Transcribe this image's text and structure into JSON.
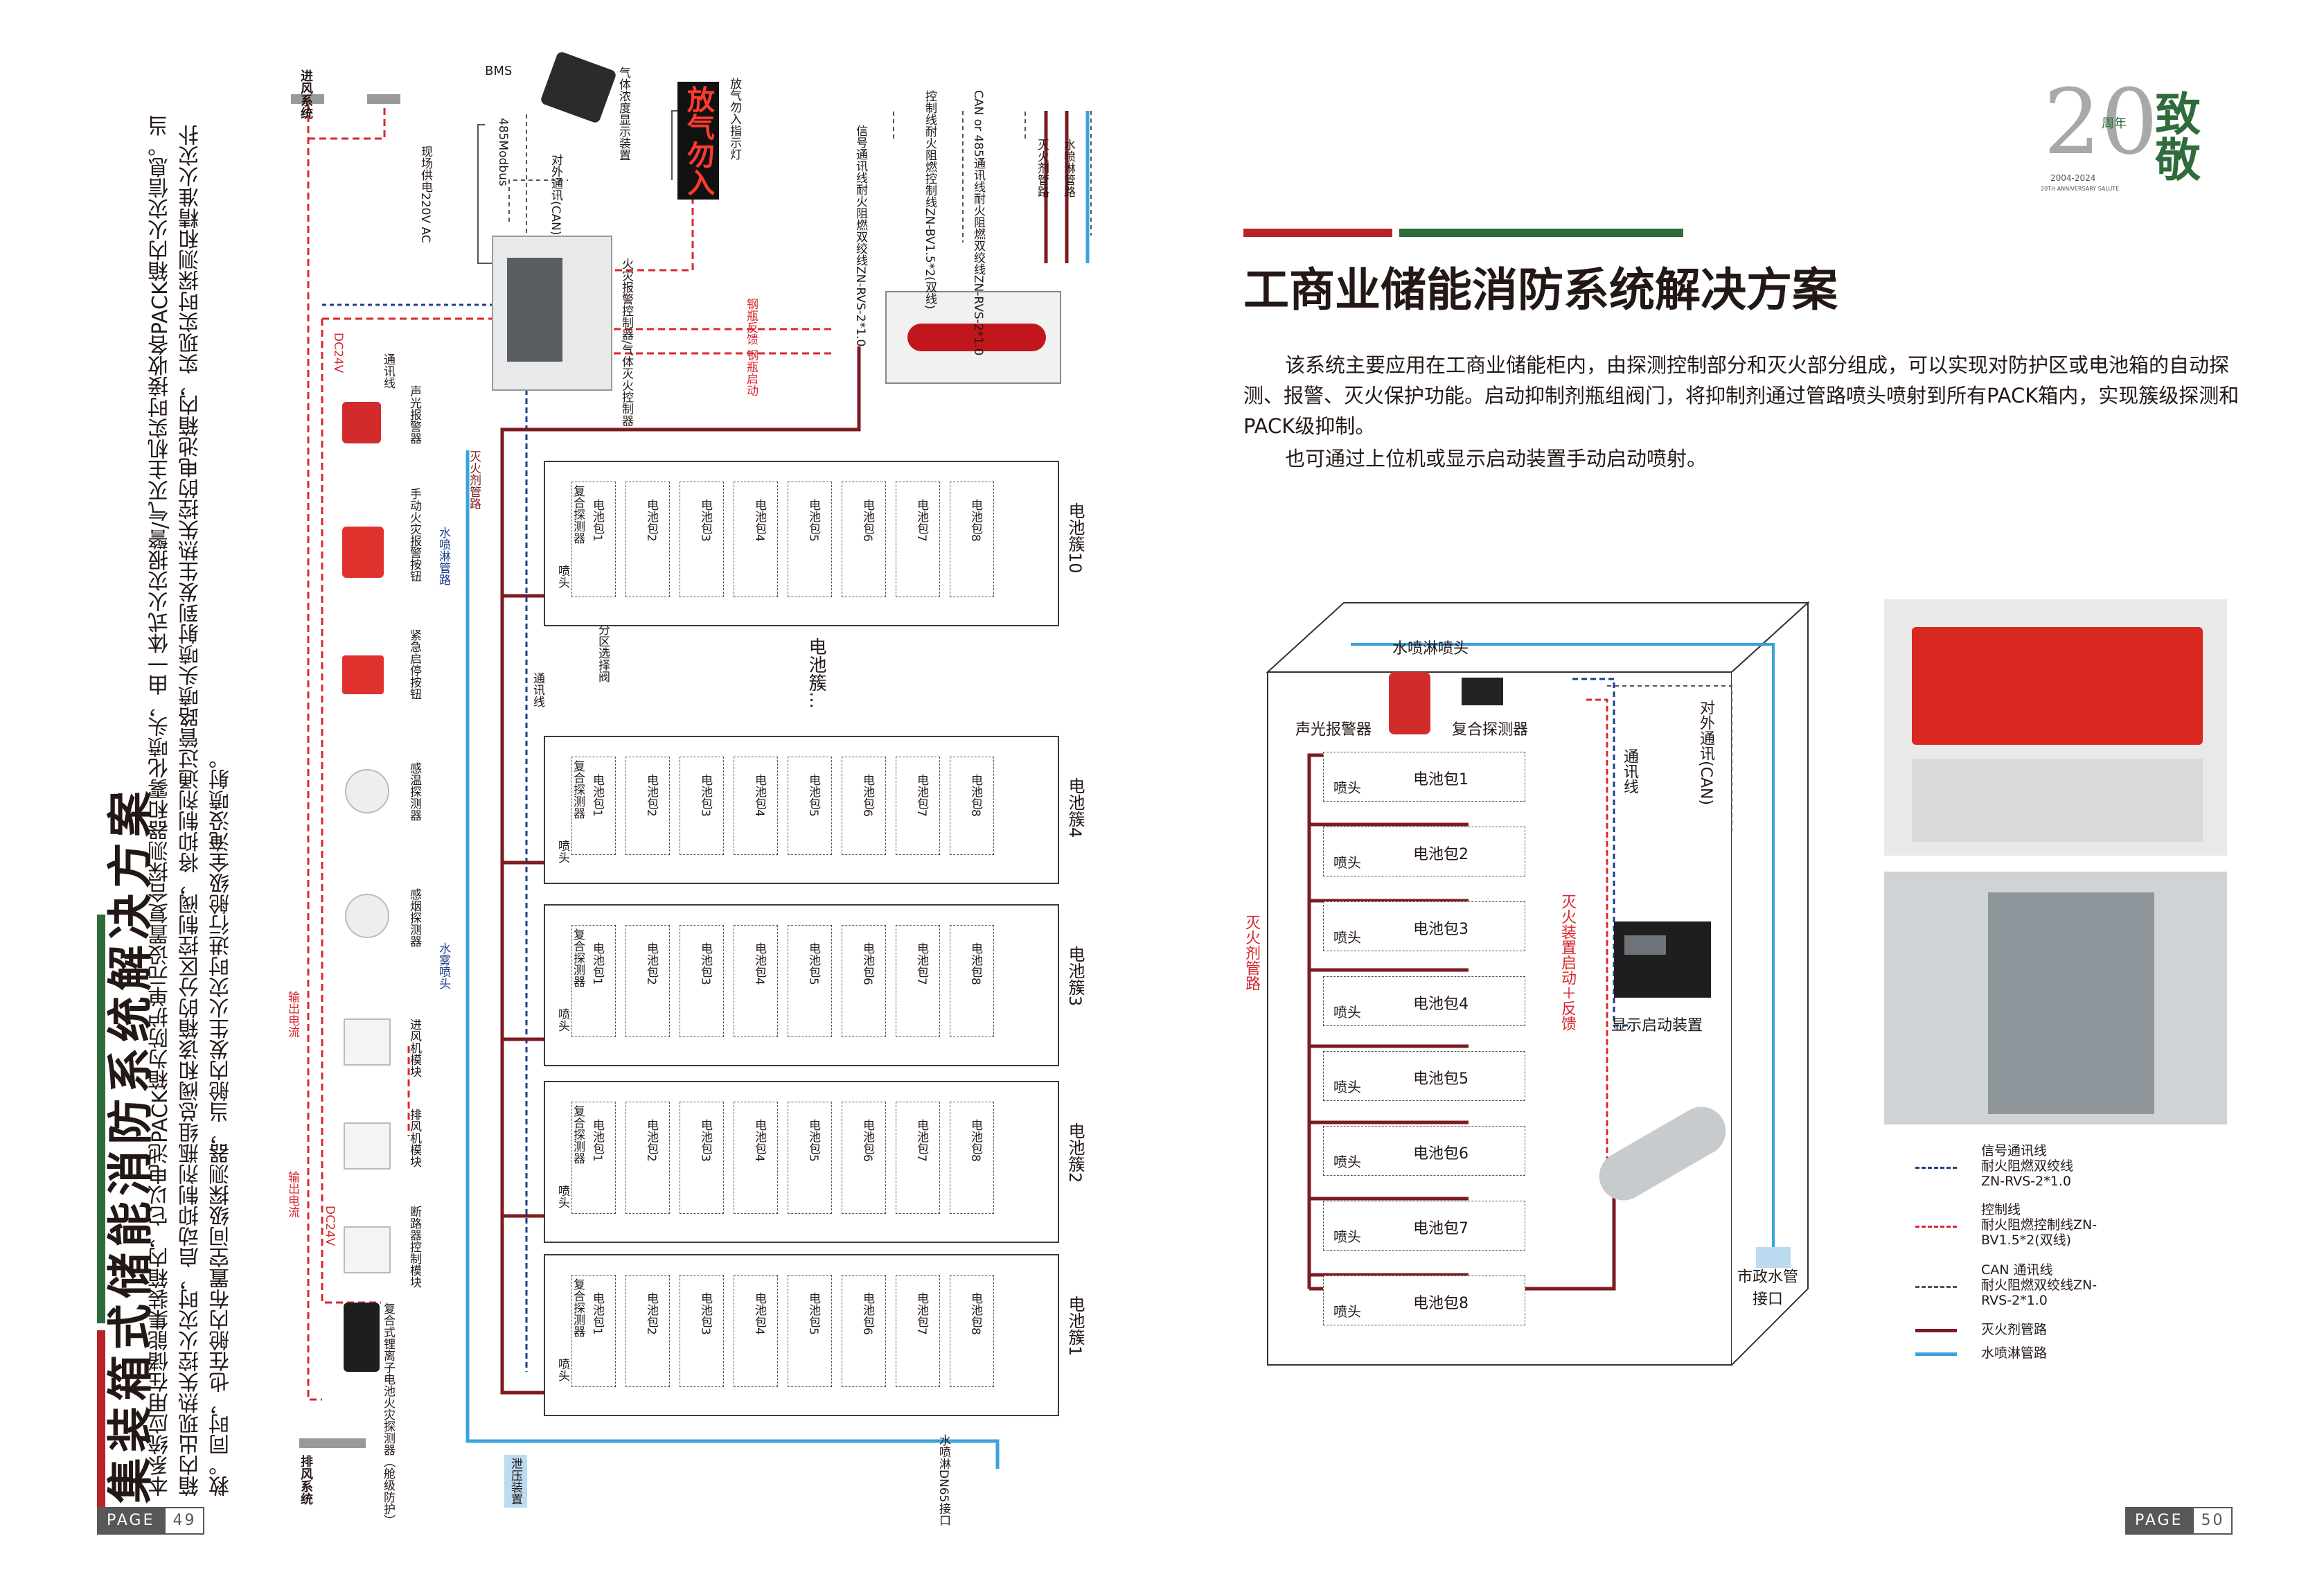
{
  "left_page": {
    "title": "集装箱式储能消防系统解决方案",
    "description": "本系统应用在储能集装箱内，它以电池PACK箱为防护单元设置复合探测器和雾化喷头，由一体式火灾报警/气灭主机实时接收各PACK箱内火灾信息。当箱内出现热失控火灾时，启动抑制剂瓶组总阀和该箱的分区控制阀，将抑制剂通过管路喷头喷射到发生热失控的电池箱内，实现实时探测和精准火灾扑救。同时，也在舱内布置空间级探测器，当舱内发生火灾时进行舱级全淹没喷射。",
    "page_number": "49",
    "page_label": "PAGE",
    "diagram": {
      "top_intake": "进风系统",
      "bottom_exhaust": "排风系统",
      "bms": "BMS",
      "bms_proto": "485Modbus",
      "external_comm": "对外通讯(CAN)",
      "power": "现场供电220V AC",
      "gas_display": "气体浓度显示装置",
      "no_entry_sign": "放气勿入",
      "no_entry_label": "放气勿入指示灯",
      "controller": "火灾报警控制器/气体灭火控制器",
      "cylinder_feedback": "钢瓶反馈",
      "cylinder_start": "钢瓶启动",
      "comm_line": "通讯线",
      "dc24v_top": "DC24V",
      "dc24v_bottom": "DC24V",
      "output_power_top": "输出电流",
      "output_power_bottom": "输出电流",
      "pipe_legend": {
        "signal": "信号通讯线耐火阻燃双绞线ZN-RVS-2*1.0",
        "control": "控制线耐火阻燃控制线ZN-BV1.5*2(双线)",
        "can": "CAN or 485通讯线耐火阻燃双绞线ZN-RVS-2*1.0",
        "agent": "灭火剂管路",
        "water": "水喷淋管路"
      },
      "devices": [
        "声光报警器",
        "手动火灾报警按钮",
        "紧急启停按钮",
        "感温探测器",
        "感烟探测器",
        "进风机模块",
        "排风机模块",
        "断路器控制模块",
        "复合式锂离子电池火灾探测器（舱级防护）"
      ],
      "agent_pipe": "灭火剂管路",
      "water_pipe": "水喷淋管路",
      "fog_nozzle": "水雾喷头",
      "zone_valve": "分区选择阀",
      "middle_cluster": "电池簇...",
      "pressure_relief": "泄压装置",
      "water_inlet": "水喷淋DN65接口",
      "pack_parts": [
        "喷头",
        "复合探测器"
      ],
      "packs": [
        "电池包1",
        "电池包2",
        "电池包3",
        "电池包4",
        "电池包5",
        "电池包6",
        "电池包7",
        "电池包8"
      ],
      "clusters": [
        "电池簇10",
        "电池簇4",
        "电池簇3",
        "电池簇2",
        "电池簇1"
      ]
    }
  },
  "right_page": {
    "badge": {
      "number": "20",
      "unit": "周年",
      "title": "致敬",
      "years": "2004-2024",
      "sub": "20TH ANNIVERSARY SALUTE"
    },
    "title": "工商业储能消防系统解决方案",
    "paragraph1": "该系统主要应用在工商业储能柜内，由探测控制部分和灭火部分组成，可以实现对防护区或电池箱的自动探测、报警、灭火保护功能。启动抑制剂瓶组阀门，将抑制剂通过管路喷头喷射到所有PACK箱内，实现簇级探测和PACK级抑制。",
    "paragraph2": "也可通过上位机或显示启动装置手动启动喷射。",
    "diagram": {
      "water_nozzle": "水喷淋喷头",
      "alarm": "声光报警器",
      "detector": "复合探测器",
      "comm": "通讯线",
      "external": "对外通讯(CAN)",
      "agent_pipe": "灭火剂管路",
      "device_start": "灭火装置启动＋反馈",
      "display_start": "显示启动装置",
      "water_inlet": "市政水管接口",
      "nozzle": "喷头",
      "packs": [
        "电池包1",
        "电池包2",
        "电池包3",
        "电池包4",
        "电池包5",
        "电池包6",
        "电池包7",
        "电池包8"
      ]
    },
    "legend": [
      {
        "label": "信号通讯线\n耐火阻燃双绞线\nZN-RVS-2*1.0",
        "color": "#1d3d8f",
        "style": "dashed"
      },
      {
        "label": "控制线\n耐火阻燃控制线ZN-\nBV1.5*2(双线)",
        "color": "#d7282f",
        "style": "dashed"
      },
      {
        "label": "CAN 通讯线\n耐火阻燃双绞线ZN-\nRVS-2*1.0",
        "color": "#555",
        "style": "dashed"
      },
      {
        "label": "灭火剂管路",
        "color": "#7d1b21",
        "style": "solid"
      },
      {
        "label": "水喷淋管路",
        "color": "#3aa3db",
        "style": "solid"
      }
    ],
    "page_number": "50",
    "page_label": "PAGE"
  },
  "colors": {
    "accent_red": "#b5242b",
    "accent_green": "#2f6b3b",
    "agent_pipe": "#7d1b21",
    "water_pipe": "#3aa3db"
  }
}
